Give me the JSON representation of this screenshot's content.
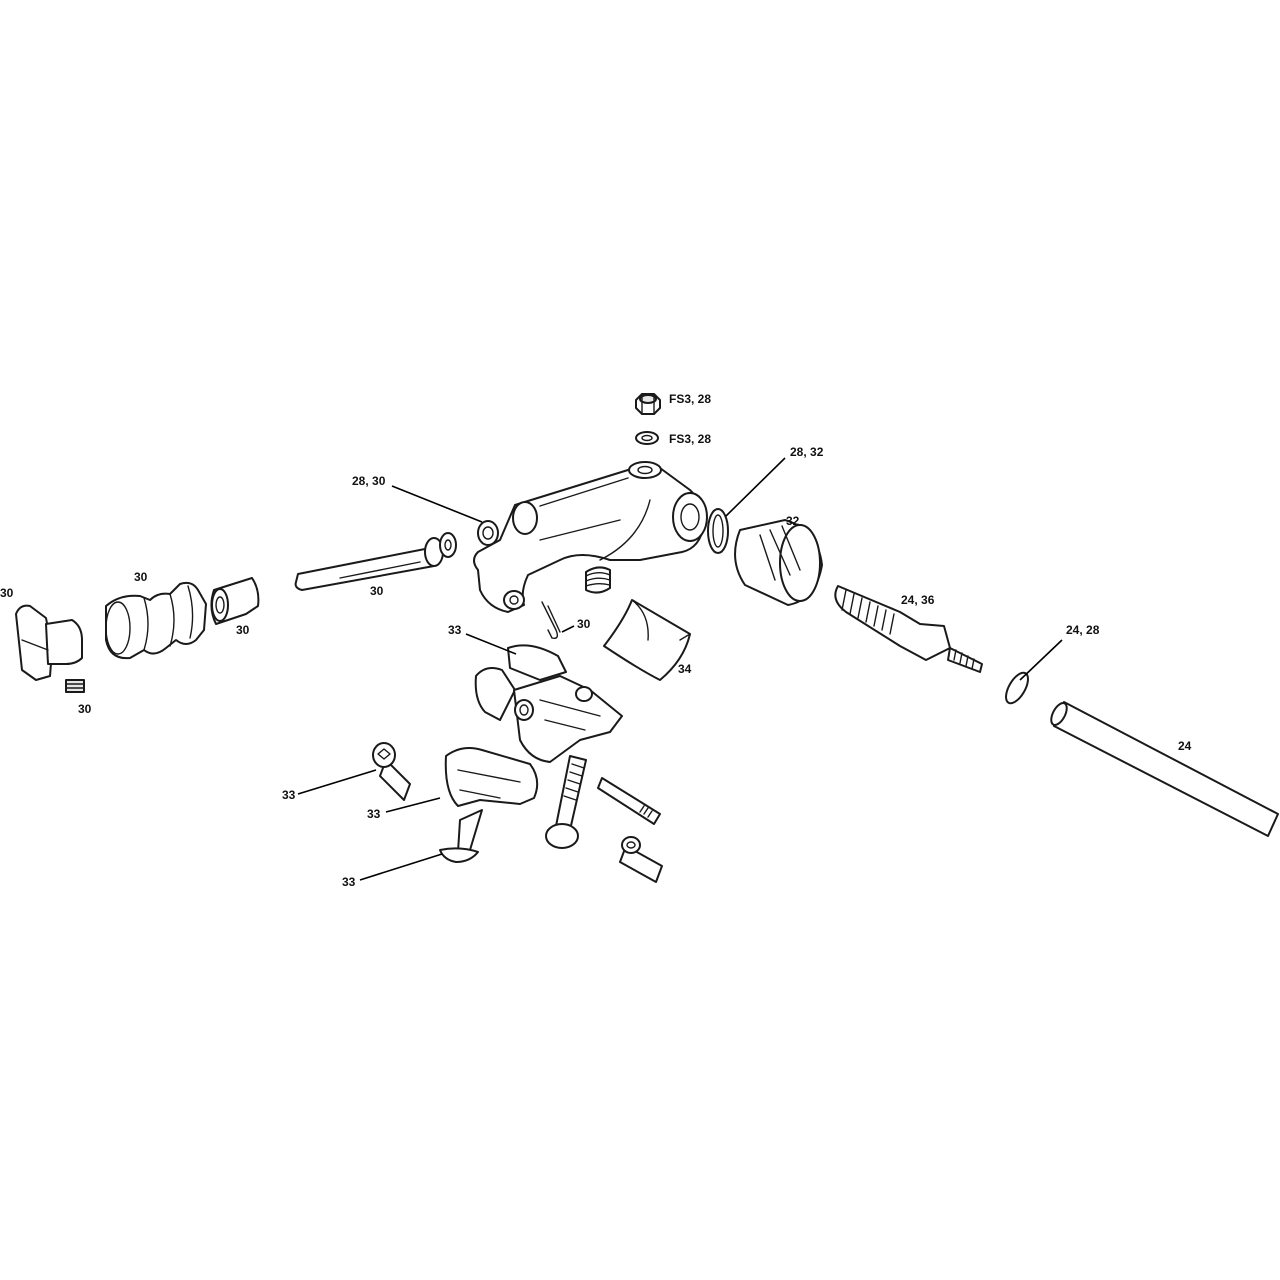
{
  "callouts": [
    {
      "id": "fs3-28-bolt",
      "text": "FS3, 28"
    },
    {
      "id": "fs3-28-washer",
      "text": "FS3, 28"
    },
    {
      "id": "28-32",
      "text": "28, 32"
    },
    {
      "id": "32",
      "text": "32"
    },
    {
      "id": "28-30",
      "text": "28, 30"
    },
    {
      "id": "30-pin",
      "text": "30"
    },
    {
      "id": "30-boot",
      "text": "30"
    },
    {
      "id": "30-knob",
      "text": "30"
    },
    {
      "id": "30-sleeve",
      "text": "30"
    },
    {
      "id": "30-set-screw",
      "text": "30"
    },
    {
      "id": "30-spring-clip",
      "text": "30"
    },
    {
      "id": "24-36",
      "text": "24, 36"
    },
    {
      "id": "24-28",
      "text": "24, 28"
    },
    {
      "id": "24",
      "text": "24"
    },
    {
      "id": "34",
      "text": "34"
    },
    {
      "id": "33-clamp",
      "text": "33"
    },
    {
      "id": "33-screw",
      "text": "33"
    },
    {
      "id": "33-bracket",
      "text": "33"
    },
    {
      "id": "33-bolt",
      "text": "33"
    }
  ],
  "colors": {
    "line": "#1a1a1a",
    "background": "#ffffff",
    "shade": "#e6e6e6"
  }
}
